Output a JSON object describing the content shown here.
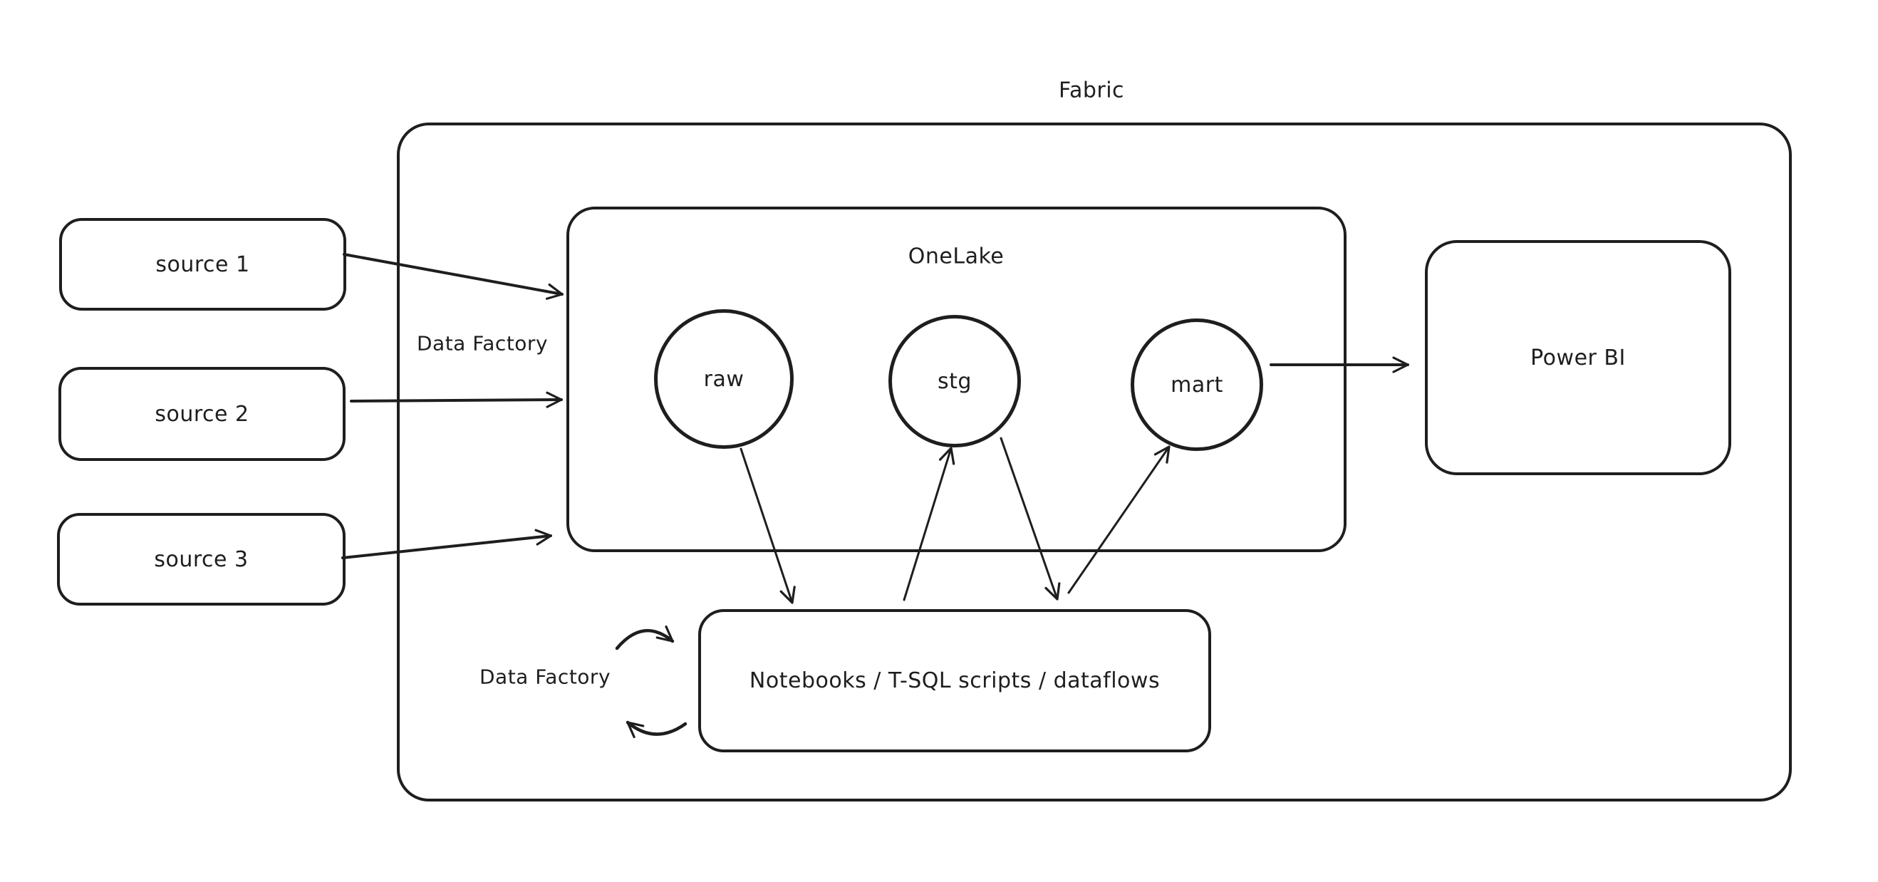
{
  "diagram": {
    "title": "Fabric",
    "colors": {
      "stroke": "#1e1e1e",
      "background": "#ffffff"
    },
    "nodes": {
      "source1": {
        "label": "source 1"
      },
      "source2": {
        "label": "source 2"
      },
      "source3": {
        "label": "source 3"
      },
      "fabric": {
        "label": "Fabric"
      },
      "onelake": {
        "label": "OneLake"
      },
      "raw": {
        "label": "raw"
      },
      "stg": {
        "label": "stg"
      },
      "mart": {
        "label": "mart"
      },
      "powerbi": {
        "label": "Power BI"
      },
      "notebooks": {
        "label": "Notebooks / T-SQL scripts / dataflows"
      },
      "data_factory_ingest": {
        "label": "Data Factory"
      },
      "data_factory_transform": {
        "label": "Data Factory"
      }
    },
    "edges": [
      {
        "from": "source 1",
        "to": "OneLake",
        "via": "Data Factory"
      },
      {
        "from": "source 2",
        "to": "OneLake",
        "via": "Data Factory"
      },
      {
        "from": "source 3",
        "to": "OneLake",
        "via": "Data Factory"
      },
      {
        "from": "raw",
        "to": "Notebooks / T-SQL scripts / dataflows"
      },
      {
        "from": "Notebooks / T-SQL scripts / dataflows",
        "to": "stg"
      },
      {
        "from": "stg",
        "to": "Notebooks / T-SQL scripts / dataflows"
      },
      {
        "from": "Notebooks / T-SQL scripts / dataflows",
        "to": "mart"
      },
      {
        "from": "mart",
        "to": "Power BI"
      },
      {
        "from": "Data Factory",
        "to": "Notebooks / T-SQL scripts / dataflows",
        "style": "curved"
      },
      {
        "from": "Notebooks / T-SQL scripts / dataflows",
        "to": "Data Factory",
        "style": "curved"
      }
    ]
  }
}
